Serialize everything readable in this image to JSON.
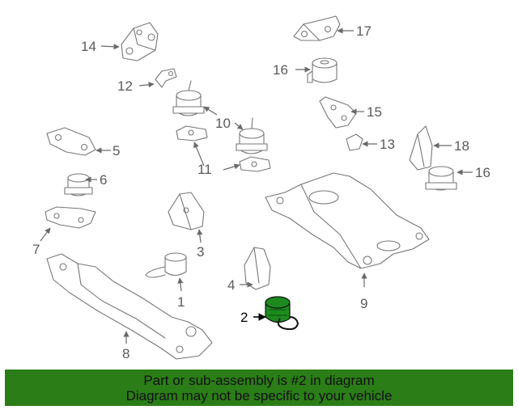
{
  "diagram": {
    "highlight_color": "#1d8a1d",
    "line_color": "#777777",
    "highlighted_part": "2",
    "callouts": {
      "c1": "1",
      "c2": "2",
      "c3": "3",
      "c4": "4",
      "c5": "5",
      "c6": "6",
      "c7": "7",
      "c8": "8",
      "c9": "9",
      "c10": "10",
      "c11": "11",
      "c12": "12",
      "c13": "13",
      "c14": "14",
      "c15": "15",
      "c16a": "16",
      "c16b": "16",
      "c17": "17",
      "c18": "18"
    }
  },
  "banner": {
    "line1": "Part or sub-assembly is #2 in diagram",
    "line2": "Diagram may not be specific to your vehicle",
    "background": "#2b7d17"
  }
}
